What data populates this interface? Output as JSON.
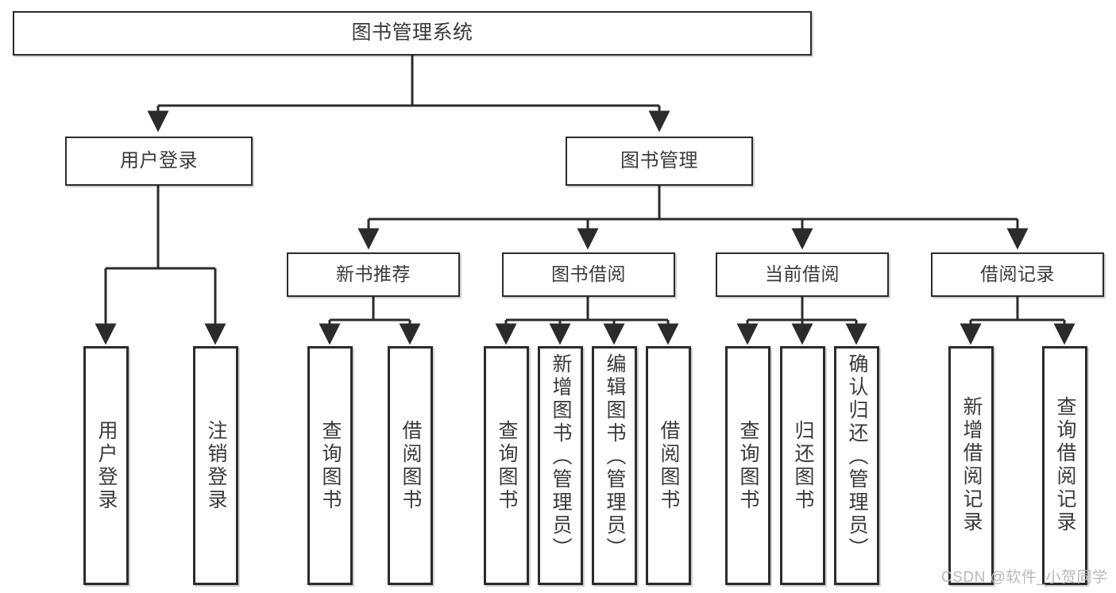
{
  "diagram": {
    "type": "tree",
    "title": "图书管理系统",
    "root": {
      "label": "图书管理系统"
    },
    "level2": [
      {
        "id": "user-login",
        "label": "用户登录"
      },
      {
        "id": "book-management",
        "label": "图书管理"
      }
    ],
    "level3": [
      {
        "id": "new-book-recommend",
        "label": "新书推荐",
        "parent": "book-management"
      },
      {
        "id": "book-borrow",
        "label": "图书借阅",
        "parent": "book-management"
      },
      {
        "id": "current-borrow",
        "label": "当前借阅",
        "parent": "book-management"
      },
      {
        "id": "borrow-record",
        "label": "借阅记录",
        "parent": "book-management"
      }
    ],
    "leaves": [
      {
        "id": "leaf-user-login",
        "label": "用户登录",
        "parent": "user-login"
      },
      {
        "id": "leaf-user-logout",
        "label": "注销登录",
        "parent": "user-login"
      },
      {
        "id": "leaf-query-book-1",
        "label": "查询图书",
        "parent": "new-book-recommend"
      },
      {
        "id": "leaf-borrow-book-1",
        "label": "借阅图书",
        "parent": "new-book-recommend"
      },
      {
        "id": "leaf-query-book-2",
        "label": "查询图书",
        "parent": "book-borrow"
      },
      {
        "id": "leaf-add-book",
        "label": "新增图书（管理员）",
        "parent": "book-borrow"
      },
      {
        "id": "leaf-edit-book",
        "label": "编辑图书（管理员）",
        "parent": "book-borrow"
      },
      {
        "id": "leaf-borrow-book-2",
        "label": "借阅图书",
        "parent": "book-borrow"
      },
      {
        "id": "leaf-query-book-3",
        "label": "查询图书",
        "parent": "current-borrow"
      },
      {
        "id": "leaf-return-book",
        "label": "归还图书",
        "parent": "current-borrow"
      },
      {
        "id": "leaf-confirm-return",
        "label": "确认归还（管理员）",
        "parent": "current-borrow"
      },
      {
        "id": "leaf-add-record",
        "label": "新增借阅记录",
        "parent": "borrow-record"
      },
      {
        "id": "leaf-query-record",
        "label": "查询借阅记录",
        "parent": "borrow-record"
      }
    ],
    "colors": {
      "stroke": "#2b2b2b",
      "fill": "#ffffff",
      "text": "#3a3a3a"
    }
  },
  "watermark": {
    "text": "CSDN @软件_小贺同学"
  }
}
